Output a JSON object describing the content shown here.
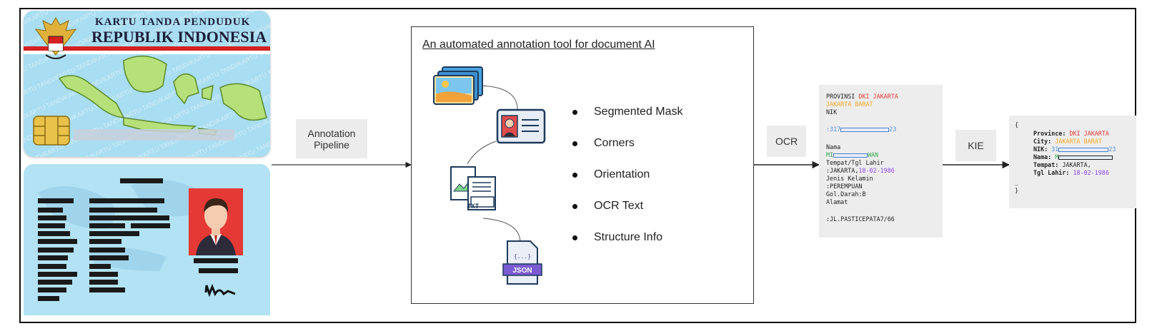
{
  "card": {
    "title_line1": "KARTU TANDA PENDUDUK",
    "title_line2": "REPUBLIK INDONESIA"
  },
  "pipeline": {
    "annotation_label": "Annotation Pipeline",
    "ocr_label": "OCR",
    "kie_label": "KIE"
  },
  "tool": {
    "title": "An automated annotation tool for document AI",
    "features": [
      "Segmented Mask",
      "Corners",
      "Orientation",
      "OCR Text",
      "Structure Info"
    ],
    "json_icon_label": "JSON",
    "json_icon_braces": "{...}",
    "txt_icon_label": "TXT"
  },
  "ocr_output": {
    "provinsi_label": "PROVINSI",
    "provinsi_value": "DKI JAKARTA",
    "city_value": "JAKARTA BARAT",
    "nik_label": "NIK",
    "nik_prefix": ":317",
    "nik_suffix": "23",
    "nama_label": "Nama",
    "nama_prefix": "MI",
    "nama_suffix": "WAN",
    "tempat_label": "Tempat/Tgl Lahir",
    "tempat_value": ":JAKARTA,",
    "date_value": "18-02-1986",
    "jenis_label": "Jenis Kelamin",
    "jenis_value": ":PEREMPUAN",
    "gol_value": "Gol.Darah:B",
    "alamat_label": "Alamat",
    "alamat_value": ":JL.PASTICEPATA7/66"
  },
  "kie_output": {
    "open_brace": "{",
    "close_brace": "}",
    "dash": "_",
    "province_key": "Province:",
    "province_value": "DKI JAKARTA",
    "city_key": "City:",
    "city_value": "JAKARTA BARAT",
    "nik_key": "NIK:",
    "nik_prefix": "31",
    "nik_suffix": "23",
    "nama_key": "Nama:",
    "nama_prefix": "M",
    "tempat_key": "Tempat:",
    "tempat_value": "JAKARTA,",
    "tgl_key": "Tgl Lahir:",
    "tgl_value": "18-02-1986"
  },
  "colors": {
    "province": "#e53935",
    "city": "#f5a623",
    "nik": "#4a90e2",
    "name": "#3aa757",
    "date": "#8e44ef"
  }
}
